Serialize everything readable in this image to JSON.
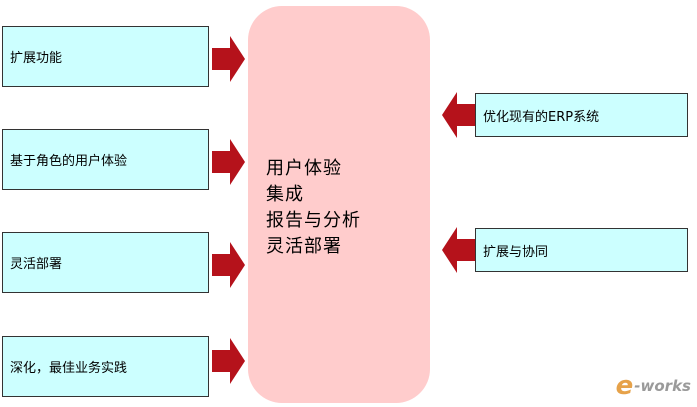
{
  "left_boxes": [
    {
      "label": "扩展功能"
    },
    {
      "label": "基于角色的用户体验"
    },
    {
      "label": "灵活部署"
    },
    {
      "label": "深化，最佳业务实践"
    }
  ],
  "center": {
    "items": [
      "用户体验",
      "集成",
      "报告与分析",
      "灵活部署"
    ]
  },
  "right_boxes": [
    {
      "label": "优化现有的ERP系统"
    },
    {
      "label": "扩展与协同"
    }
  ],
  "logo": {
    "mark": "e",
    "text": "-works"
  },
  "colors": {
    "box_fill": "#ccffff",
    "center_fill": "#ffcccc",
    "arrow": "#b5121b"
  }
}
